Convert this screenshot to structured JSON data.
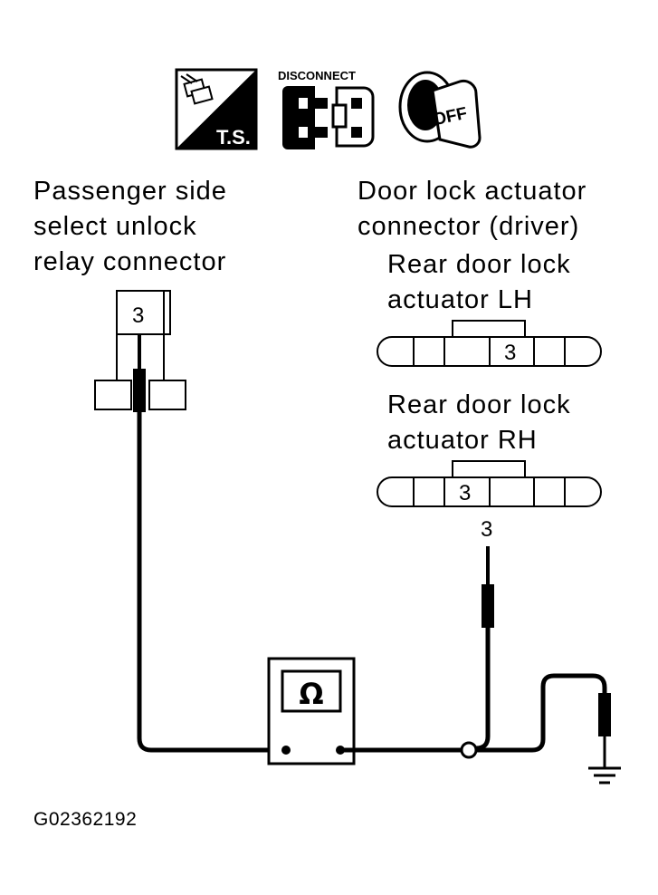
{
  "icons": {
    "test_icon_label": "T.S.",
    "disconnect_label": "DISCONNECT",
    "ignition_label": "OFF"
  },
  "labels": {
    "passenger_connector": [
      "Passenger side",
      "select unlock",
      "relay connector"
    ],
    "driver_connector": [
      "Door lock actuator",
      "connector (driver)"
    ],
    "rear_lh": [
      "Rear door lock",
      "actuator LH"
    ],
    "rear_rh": [
      "Rear door lock",
      "actuator RH"
    ]
  },
  "pins": {
    "relay_pin": "3",
    "lh_pin": "3",
    "rh_pin": "3",
    "wire_pin": "3"
  },
  "meter": {
    "symbol": "Ω"
  },
  "figure_code": "G02362192"
}
